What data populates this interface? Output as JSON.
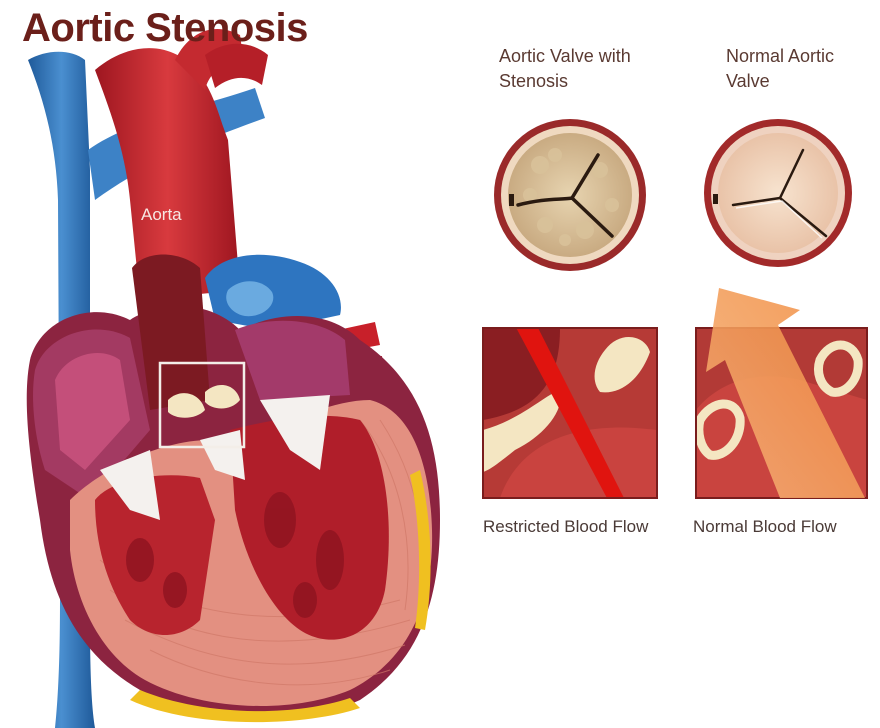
{
  "title": "Aortic Stenosis",
  "heart": {
    "aorta_label": "Aorta"
  },
  "valves": {
    "stenosis_caption": "Aortic Valve with Stenosis",
    "normal_caption": "Normal Aortic Valve"
  },
  "flow": {
    "restricted_caption": "Restricted Blood Flow",
    "normal_caption": "Normal Blood Flow"
  },
  "colors": {
    "title": "#6b1f1a",
    "artery_red": "#c8202a",
    "vein_blue": "#2f73b7",
    "heart_muscle": "#e39081",
    "valve_cream": "#f4e6c2",
    "flow_arrow_restricted": "#e0140f",
    "flow_arrow_normal": "#f4a15a"
  }
}
